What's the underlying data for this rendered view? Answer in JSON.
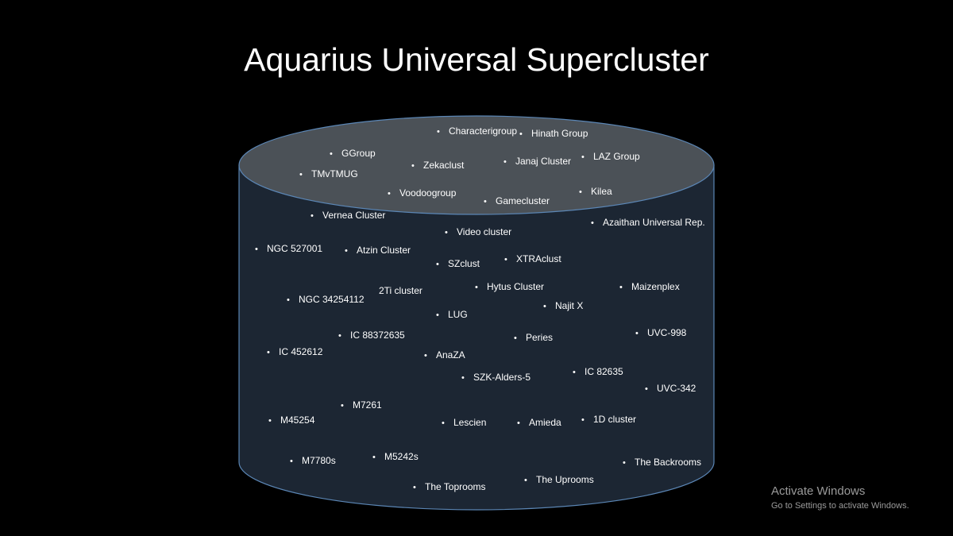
{
  "title": "Aquarius Universal Supercluster",
  "colors": {
    "background": "#000000",
    "cylinder_body": "#1c2633",
    "cylinder_top": "#4b5157",
    "cylinder_stroke": "#5b86b5",
    "text": "#ffffff",
    "watermark": "#9a9a9a"
  },
  "clusters": [
    "Characterigroup",
    "Hinath Group",
    "GGroup",
    "Zekaclust",
    "Janaj Cluster",
    "LAZ Group",
    "TMvTMUG",
    "Voodoogroup",
    "Gamecluster",
    "Kilea",
    "Vernea Cluster",
    "Azaithan Universal Rep.",
    "Video cluster",
    "NGC 527001",
    "Atzin Cluster",
    "SZclust",
    "XTRAclust",
    "2Ti cluster",
    "Hytus Cluster",
    "Maizenplex",
    "NGC 34254112",
    "Najit X",
    "LUG",
    "IC 88372635",
    "Peries",
    "UVC-998",
    "IC 452612",
    "AnaZA",
    "SZK-Alders-5",
    "IC 82635",
    "UVC-342",
    "M7261",
    "M45254",
    "Lescien",
    "Amieda",
    "1D cluster",
    "M7780s",
    "M5242s",
    "The Backrooms",
    "The Uprooms",
    "The Toprooms"
  ],
  "watermark": {
    "title": "Activate Windows",
    "subtitle": "Go to Settings to activate Windows."
  }
}
